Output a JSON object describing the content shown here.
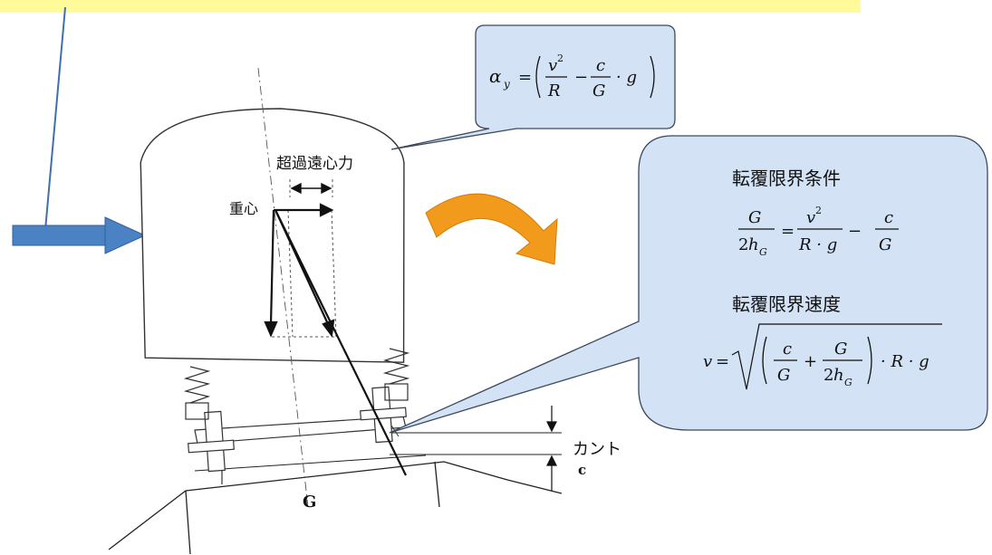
{
  "colors": {
    "banner": "#fffb9a",
    "callout_fill": "#d3e2f5",
    "callout_stroke": "#3c4a5e",
    "blue_arrow": "#4a82c4",
    "orange_arrow": "#f29a1c"
  },
  "labels": {
    "center_of_gravity": "重心",
    "excess_centrifugal": "超過遠心力",
    "cant": "カント",
    "cant_symbol": "c",
    "gauge_symbol": "G"
  },
  "callout_top": {
    "formula_lhs": "α",
    "formula_lhs_sub": "y",
    "v2_num": "v",
    "v2_exp": "2",
    "r_den": "R",
    "c_num": "c",
    "g_den": "G",
    "g_tail": "· g"
  },
  "callout_right": {
    "cond_title": "転覆限界条件",
    "cond_lhs_num": "G",
    "cond_lhs_den_2": "2",
    "cond_lhs_den_h": "h",
    "cond_lhs_den_sub": "G",
    "cond_rhs1_num": "v",
    "cond_rhs1_exp": "2",
    "cond_rhs1_den": "R · g",
    "cond_rhs2_num": "c",
    "cond_rhs2_den": "G",
    "speed_title": "転覆限界速度",
    "speed_v": "v",
    "speed_tail": "· R · g"
  }
}
